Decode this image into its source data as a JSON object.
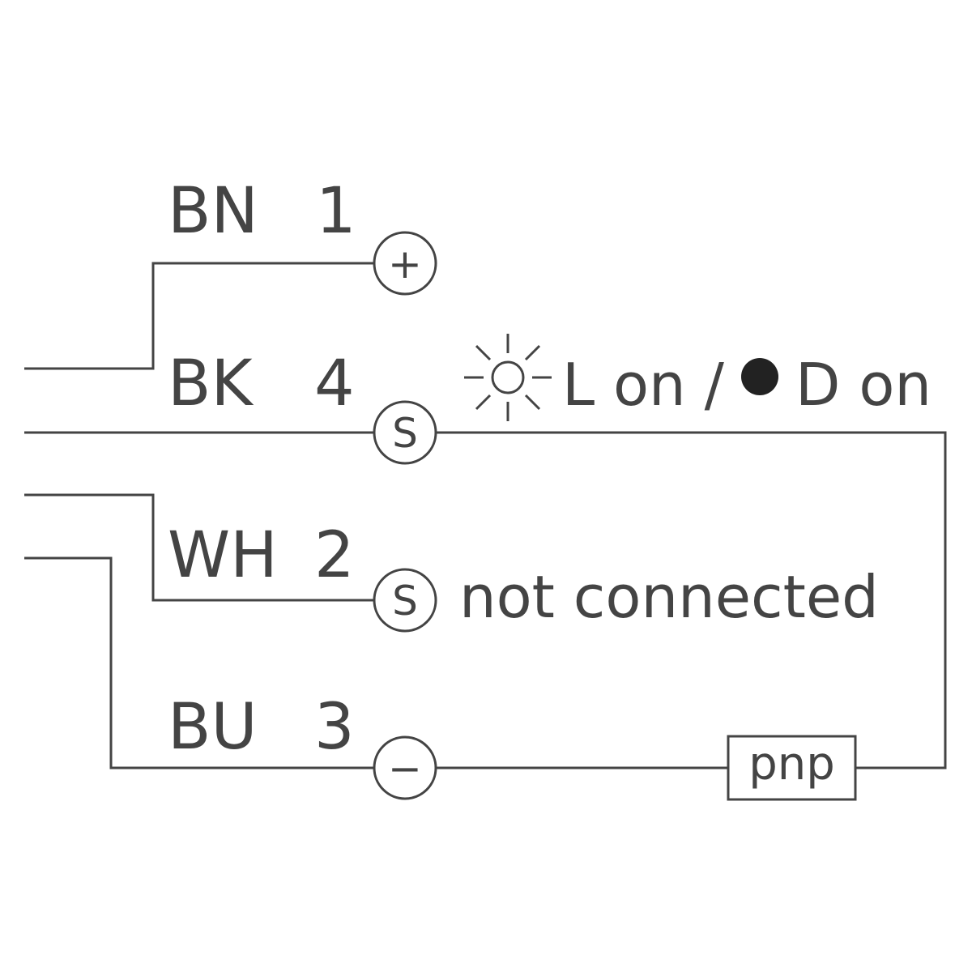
{
  "wires": [
    {
      "color_code": "BN",
      "pin": "1",
      "terminal_symbol": "+"
    },
    {
      "color_code": "BK",
      "pin": "4",
      "terminal_symbol": "S"
    },
    {
      "color_code": "WH",
      "pin": "2",
      "terminal_symbol": "S"
    },
    {
      "color_code": "BU",
      "pin": "3",
      "terminal_symbol": "−"
    }
  ],
  "output_mode": {
    "light_on_icon": "sun-icon",
    "light_on_label": "L on /",
    "dark_on_icon": "filled-dot-icon",
    "dark_on_label": "D on"
  },
  "white_wire_note": "not connected",
  "switch_type": "pnp",
  "colors": {
    "line": "#444444",
    "background": "#ffffff"
  }
}
